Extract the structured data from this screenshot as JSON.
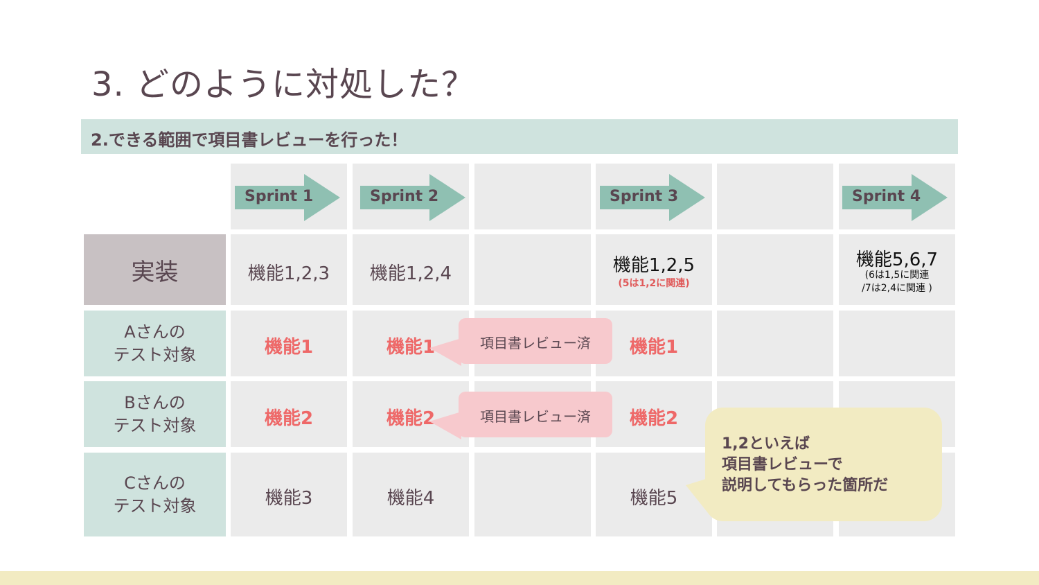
{
  "slide": {
    "title": "3. どのように対処した？",
    "subtitle": "2.できる範囲で項目書レビューを行った！"
  },
  "sprints": [
    "Sprint 1",
    "Sprint 2",
    "Sprint 3",
    "Sprint 4"
  ],
  "rows": {
    "implementation": {
      "header": "実装",
      "sprint1": "機能1,2,3",
      "sprint2": "機能1,2,4",
      "sprint3": "機能1,2,5",
      "sprint3_note": "(5は1,2に関連)",
      "sprint4": "機能5,6,7",
      "sprint4_note_line1": "(6は1,5に関連",
      "sprint4_note_line2": "/7は2,4に関連 )"
    },
    "person_a": {
      "header_line1": "Aさんの",
      "header_line2": "テスト対象",
      "sprint1": "機能1",
      "sprint2": "機能1",
      "sprint3": "機能1"
    },
    "person_b": {
      "header_line1": "Bさんの",
      "header_line2": "テスト対象",
      "sprint1": "機能2",
      "sprint2": "機能2",
      "sprint3": "機能2"
    },
    "person_c": {
      "header_line1": "Cさんの",
      "header_line2": "テスト対象",
      "sprint1": "機能3",
      "sprint2": "機能4",
      "sprint3": "機能5"
    }
  },
  "callouts": {
    "review_done_a": "項目書レビュー済",
    "review_done_b": "項目書レビュー済",
    "explanation_line1": "1,2といえば",
    "explanation_line2": "項目書レビューで",
    "explanation_line3": "説明してもらった箇所だ"
  },
  "colors": {
    "title_text": "#594650",
    "teal_bar": "#cfe3de",
    "arrow": "#8fc0b2",
    "cell": "#ebebeb",
    "impl_header": "#c8c1c3",
    "highlight_red": "#ee6868",
    "pink_callout": "#f7c9cd",
    "yellow_callout": "#f2ebc2"
  }
}
